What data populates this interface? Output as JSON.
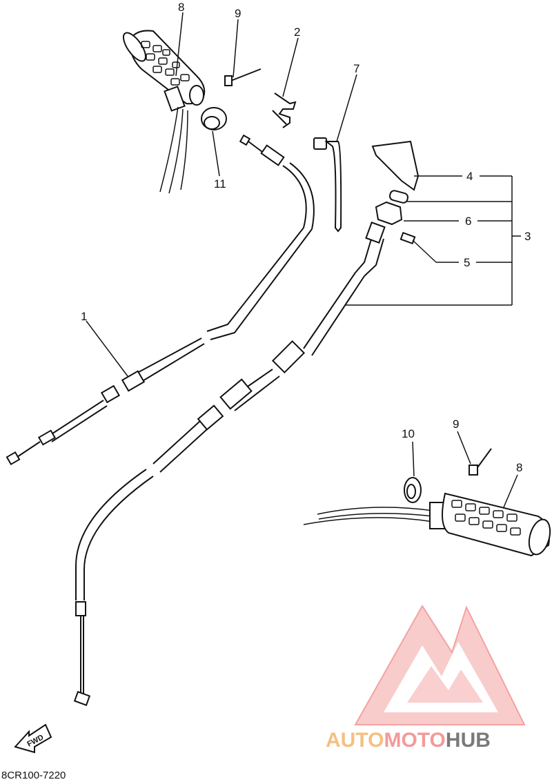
{
  "diagram": {
    "drawing_code": "8CR100-7220",
    "fwd_label": "FWD",
    "callouts": {
      "c1": "1",
      "c2": "2",
      "c3": "3",
      "c4": "4",
      "c5": "5",
      "c6": "6",
      "c7": "7",
      "c8a": "8",
      "c8b": "8",
      "c9a": "9",
      "c9b": "9",
      "c10": "10",
      "c11": "11"
    }
  },
  "watermark": {
    "part1": "AUTO",
    "part2": "MOTO",
    "part3": "HUB",
    "colors": {
      "auto": "#f5c080",
      "moto": "#f39a9a",
      "hub": "#7a7a7a",
      "logo": "#f28a8a"
    }
  }
}
